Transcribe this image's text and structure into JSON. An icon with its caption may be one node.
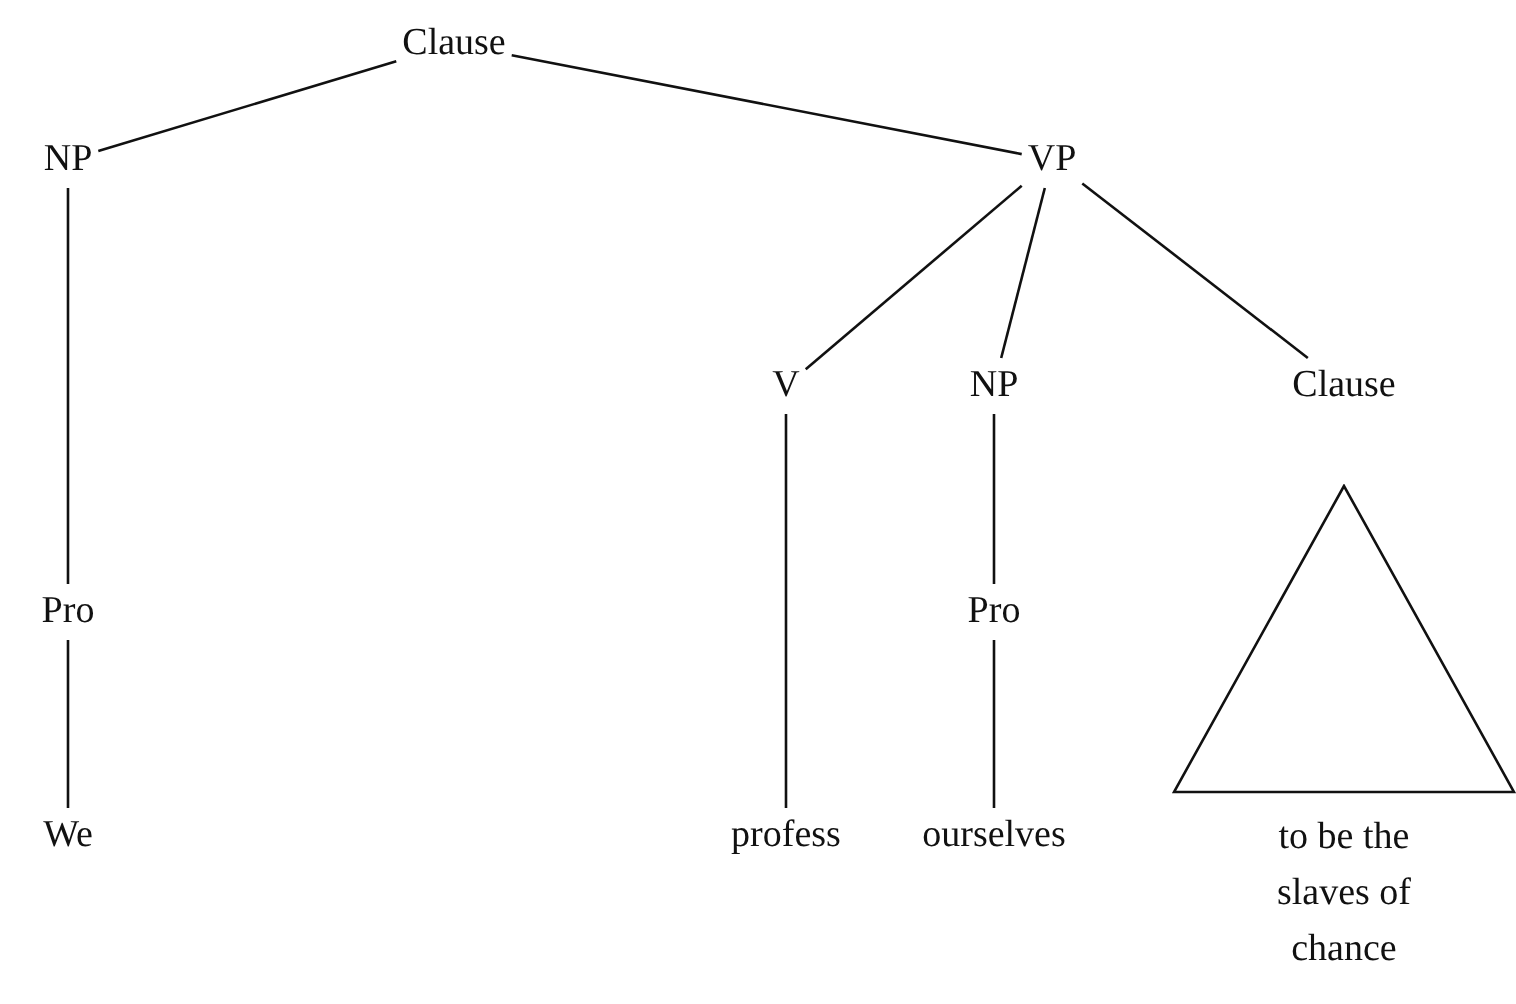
{
  "diagram": {
    "nodes": [
      {
        "text": [
          "Clause"
        ]
      },
      {
        "text": [
          "NP"
        ]
      },
      {
        "text": [
          "VP"
        ]
      },
      {
        "text": [
          "V"
        ]
      },
      {
        "text": [
          "NP"
        ]
      },
      {
        "text": [
          "Clause"
        ]
      },
      {
        "text": [
          "Pro"
        ]
      },
      {
        "text": [
          "We"
        ]
      },
      {
        "text": [
          "profess"
        ]
      },
      {
        "text": [
          "Pro"
        ]
      },
      {
        "text": [
          "ourselves"
        ]
      },
      {
        "text": [],
        "shape": "triangle",
        "beside": [
          "to be the slaves of chance"
        ]
      }
    ],
    "edges": [
      {
        "from": 0,
        "to": 1,
        "arrow": "none"
      },
      {
        "from": 0,
        "to": 2,
        "arrow": "none"
      },
      {
        "from": 1,
        "to": 6,
        "arrow": "none"
      },
      {
        "from": 6,
        "to": 7,
        "arrow": "none"
      },
      {
        "from": 2,
        "to": 3,
        "arrow": "none"
      },
      {
        "from": 2,
        "to": 4,
        "arrow": "none"
      },
      {
        "from": 2,
        "to": 5,
        "arrow": "none"
      },
      {
        "from": 3,
        "to": 8,
        "arrow": "none"
      },
      {
        "from": 4,
        "to": 9,
        "arrow": "none"
      },
      {
        "from": 9,
        "to": 10,
        "arrow": "none"
      }
    ]
  }
}
